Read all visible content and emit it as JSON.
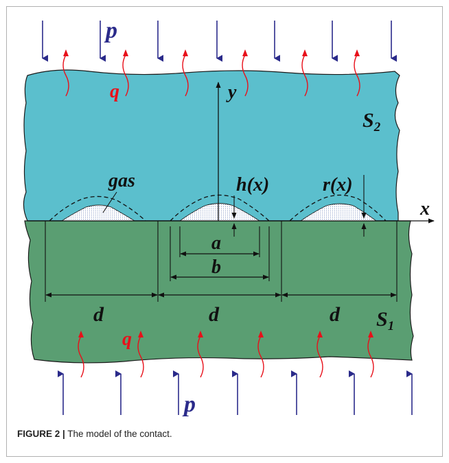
{
  "diagram": {
    "labels": {
      "p_top": "p",
      "p_bottom": "p",
      "q_top": "q",
      "q_bottom": "q",
      "y_axis": "y",
      "x_axis": "x",
      "s2": "S",
      "s2_sub": "2",
      "s1": "S",
      "s1_sub": "1",
      "gas": "gas",
      "h": "h(x)",
      "r": "r(x)",
      "a": "a",
      "b": "b",
      "d1": "d",
      "d2": "d",
      "d3": "d"
    },
    "colors": {
      "upper_body": "#5bbfcd",
      "lower_body": "#5a9e72",
      "pressure_arrow": "#2a2a8a",
      "heat_arrow": "#e8101a",
      "gas_fill": "#ffffff",
      "line": "#111111"
    }
  },
  "caption": {
    "figure_label": "FIGURE 2 |",
    "text": " The model of the contact."
  }
}
